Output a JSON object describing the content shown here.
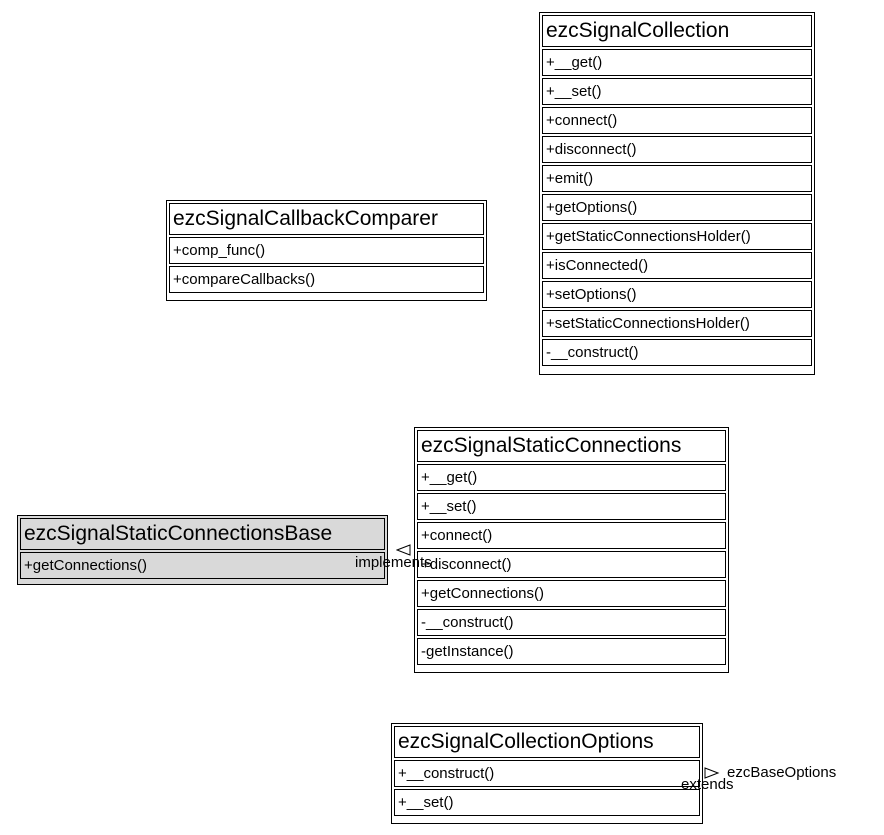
{
  "classes": {
    "signal_collection": {
      "name": "ezcSignalCollection",
      "methods": [
        "+__get()",
        "+__set()",
        "+connect()",
        "+disconnect()",
        "+emit()",
        "+getOptions()",
        "+getStaticConnectionsHolder()",
        "+isConnected()",
        "+setOptions()",
        "+setStaticConnectionsHolder()",
        "-__construct()"
      ]
    },
    "callback_comparer": {
      "name": "ezcSignalCallbackComparer",
      "methods": [
        "+comp_func()",
        "+compareCallbacks()"
      ]
    },
    "static_connections": {
      "name": "ezcSignalStaticConnections",
      "methods": [
        "+__get()",
        "+__set()",
        "+connect()",
        "+disconnect()",
        "+getConnections()",
        "-__construct()",
        "-getInstance()"
      ]
    },
    "static_connections_base": {
      "name": "ezcSignalStaticConnectionsBase",
      "methods": [
        "+getConnections()"
      ]
    },
    "collection_options": {
      "name": "ezcSignalCollectionOptions",
      "methods": [
        "+__construct()",
        "+__set()"
      ]
    }
  },
  "relations": {
    "implements_label": "implements",
    "extends_label": "extends",
    "extends_target": "ezcBaseOptions"
  },
  "colors": {
    "interface_fill": "#d9d9d9",
    "class_fill": "#ffffff"
  }
}
